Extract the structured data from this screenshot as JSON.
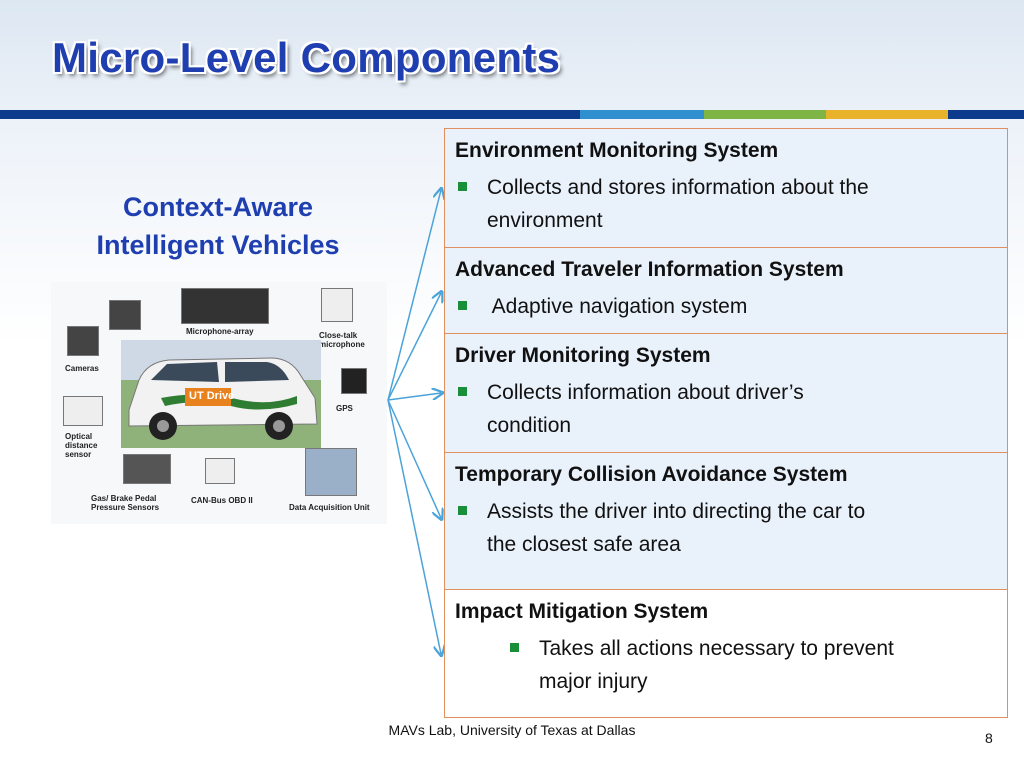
{
  "slide": {
    "title": "Micro-Level Components",
    "subtitle_line1": "Context-Aware",
    "subtitle_line2": "Intelligent Vehicles",
    "footer": "MAVs Lab, University of Texas at Dallas",
    "page_number": "8"
  },
  "band_colors": [
    "#0c3a8c",
    "#2f8fcf",
    "#7fb544",
    "#e8b32b",
    "#0c3a8c"
  ],
  "photo": {
    "car_label": "UT Drive",
    "captions": {
      "microphone_array": "Microphone-array",
      "close_talk_1": "Close-talk",
      "close_talk_2": "microphone",
      "cameras": "Cameras",
      "gps": "GPS",
      "optical_1": "Optical",
      "optical_2": "distance",
      "optical_3": "sensor",
      "gas_brake_1": "Gas/ Brake Pedal",
      "gas_brake_2": "Pressure Sensors",
      "canbus": "CAN-Bus OBD II",
      "daq": "Data Acquisition Unit"
    }
  },
  "systems": [
    {
      "title": "Environment Monitoring System",
      "bullet_1": "Collects and stores information about the",
      "bullet_2": "environment"
    },
    {
      "title": "Advanced Traveler Information System",
      "bullet_1": " Adaptive navigation system"
    },
    {
      "title": "Driver Monitoring System",
      "bullet_1": "Collects information about driver’s",
      "bullet_2": "condition"
    },
    {
      "title": "Temporary Collision Avoidance System",
      "bullet_1": "Assists the driver into directing the car to",
      "bullet_2": "the closest safe area"
    },
    {
      "title": "Impact Mitigation System",
      "bullet_1": "Takes all actions necessary to prevent",
      "bullet_2": "major injury"
    }
  ],
  "colors": {
    "accent_title": "#1f3fb0",
    "bullet": "#1a8f3a",
    "box_border": "#e0905c",
    "arrow": "#4aa3d9"
  }
}
